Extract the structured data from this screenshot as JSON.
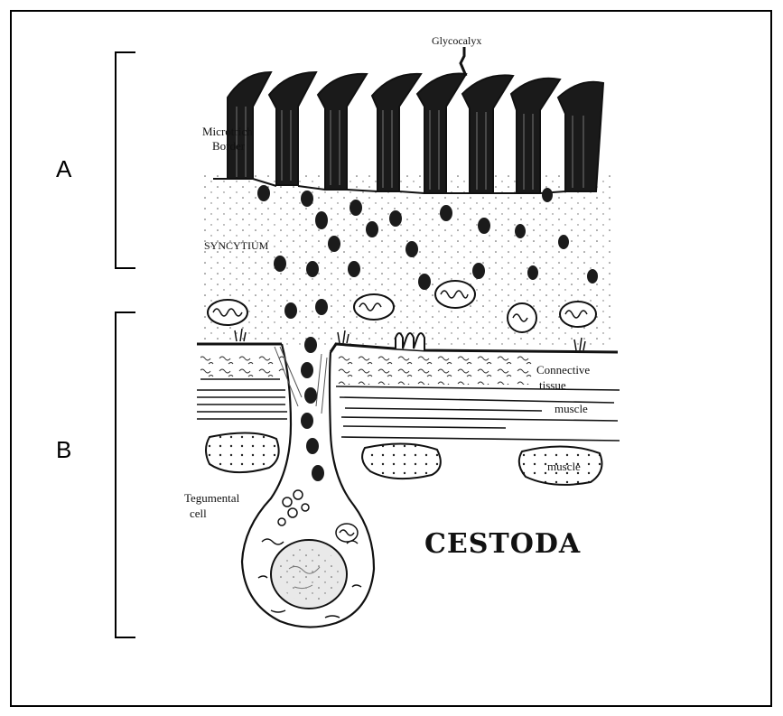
{
  "figure": {
    "title": "CESTODA",
    "bracket_labels": {
      "a": "A",
      "b": "B"
    },
    "labels": {
      "glycocalyx": "Glycocalyx",
      "microtrich_line1": "Microtrich",
      "microtrich_line2": "Border",
      "syncytium": "SYNCYTIUM",
      "connective_line1": "Connective",
      "connective_line2": "tissue",
      "muscle_layer": "muscle",
      "muscle_bundle": "muscle",
      "tegumental_line1": "Tegumental",
      "tegumental_line2": "cell"
    }
  }
}
